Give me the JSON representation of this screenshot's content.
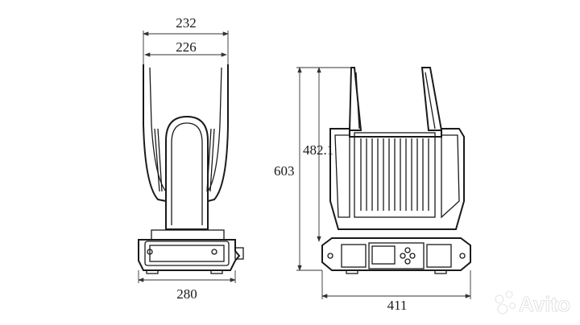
{
  "dimensions": {
    "overall_width_side": "232",
    "yoke_width_side": "226",
    "base_width_side": "280",
    "overall_height": "603",
    "head_height": "482.1",
    "base_width_front": "411"
  },
  "watermark": {
    "text": "Avito",
    "icon": "avito-dots-icon"
  }
}
